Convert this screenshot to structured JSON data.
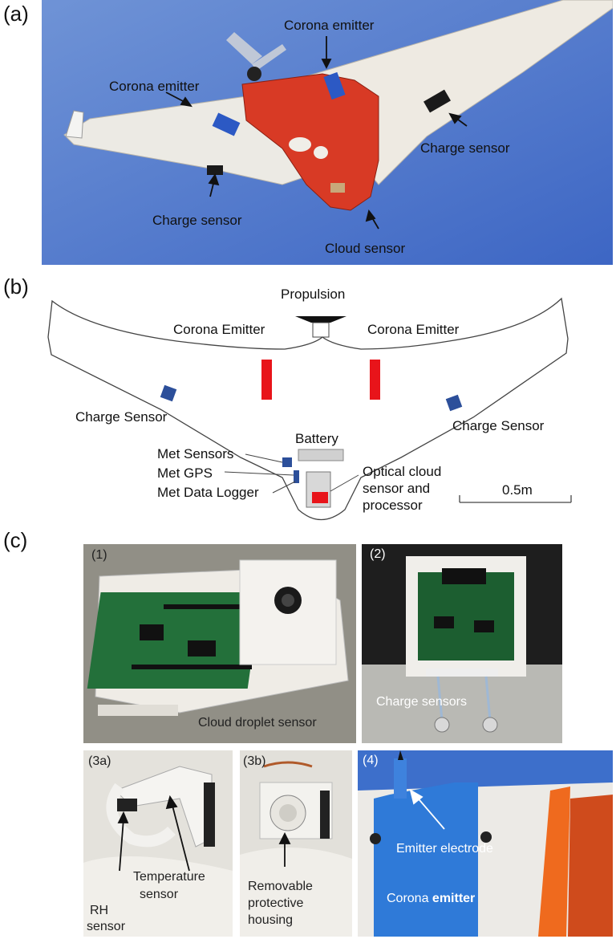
{
  "panel_a": {
    "letter": "(a)",
    "labels": {
      "corona_top": "Corona emitter",
      "corona_left": "Corona emitter",
      "charge_right": "Charge sensor",
      "charge_left": "Charge sensor",
      "cloud": "Cloud sensor"
    }
  },
  "panel_b": {
    "letter": "(b)",
    "labels": {
      "propulsion": "Propulsion",
      "corona_left": "Corona Emitter",
      "corona_right": "Corona Emitter",
      "charge_left": "Charge Sensor",
      "charge_right": "Charge Sensor",
      "battery": "Battery",
      "met_sensors": "Met Sensors",
      "met_gps": "Met GPS",
      "met_logger": "Met Data Logger",
      "optical_1": "Optical cloud",
      "optical_2": "sensor and",
      "optical_3": "processor",
      "scale": "0.5m"
    },
    "colors": {
      "emitter": "#e8141a",
      "sensor": "#2c4f9a",
      "battery": "#d0d0d0"
    }
  },
  "panel_c": {
    "letter": "(c)",
    "photos": {
      "p1": {
        "tag": "(1)",
        "caption": "Cloud droplet sensor"
      },
      "p2": {
        "tag": "(2)",
        "caption": "Charge sensors"
      },
      "p3a": {
        "tag": "(3a)",
        "rh_1": "RH",
        "rh_2": "sensor",
        "temp_1": "Temperature",
        "temp_2": "sensor"
      },
      "p3b": {
        "tag": "(3b)",
        "cap_1": "Removable",
        "cap_2": "protective",
        "cap_3": "housing"
      },
      "p4": {
        "tag": "(4)",
        "electrode": "Emitter electrode",
        "corona_a": "Corona ",
        "corona_b": "emitter"
      }
    }
  }
}
